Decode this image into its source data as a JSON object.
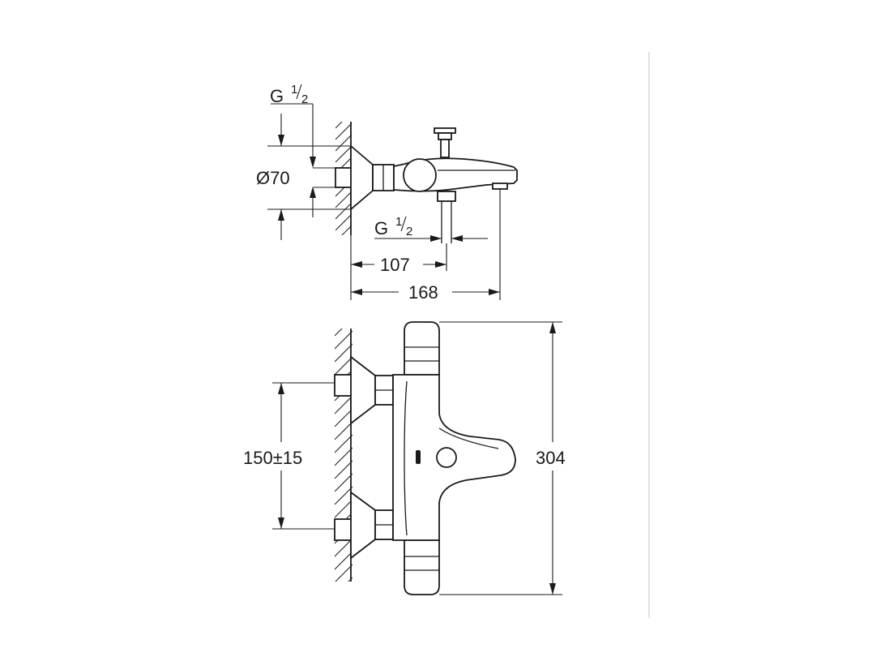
{
  "dimensions": {
    "thread_top": {
      "prefix": "G",
      "num": "1",
      "den": "2"
    },
    "diameter": "Ø70",
    "thread_outlet": {
      "prefix": "G",
      "num": "1",
      "den": "2"
    },
    "dim_107": "107",
    "dim_168": "168",
    "inlet_spacing": "150±15",
    "height": "304"
  }
}
